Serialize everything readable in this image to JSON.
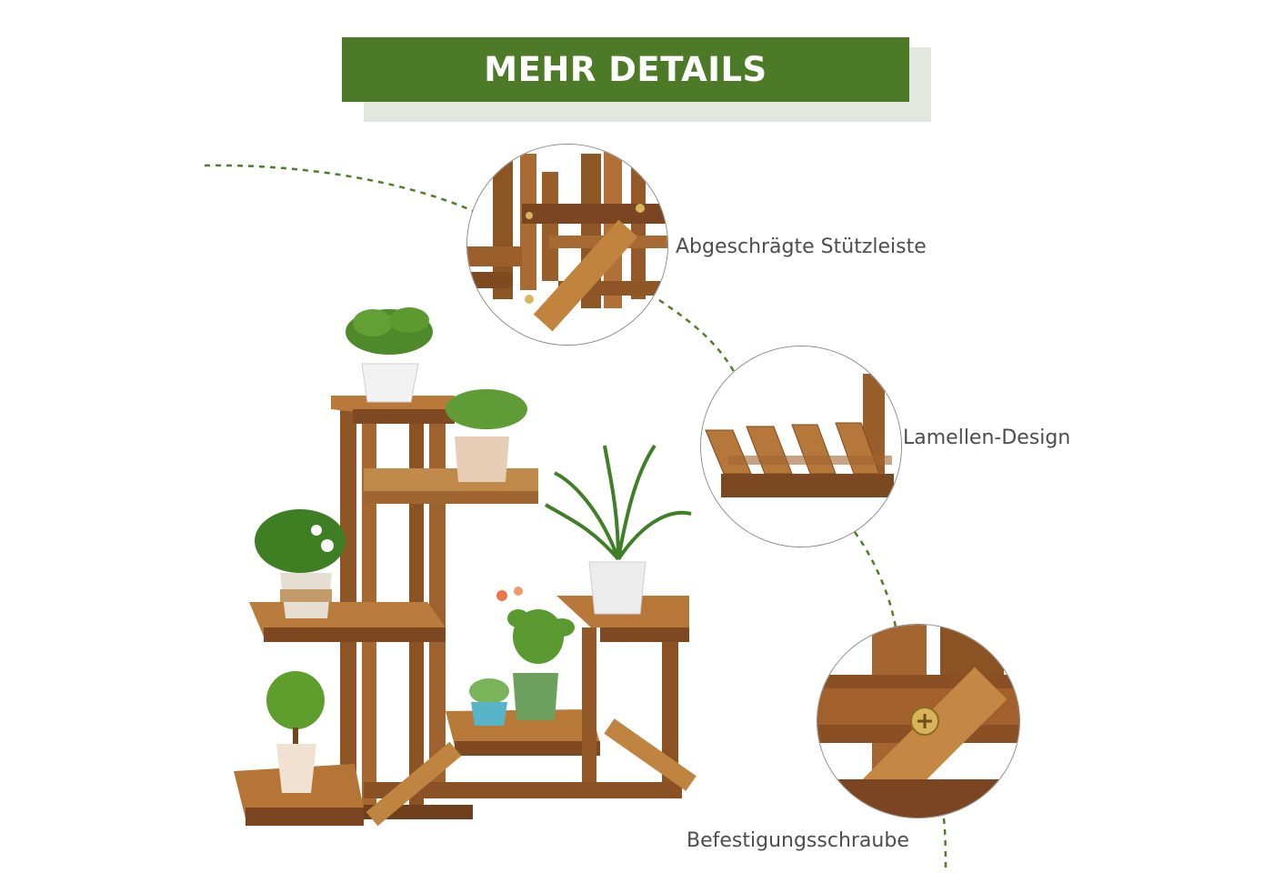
{
  "header": {
    "title": "MEHR DETAILS"
  },
  "callouts": [
    {
      "label": "Abgeschrägte Stützleiste",
      "icon": "angled-support-bar-detail"
    },
    {
      "label": "Lamellen-Design",
      "icon": "slatted-shelf-detail"
    },
    {
      "label": "Befestigungsschraube",
      "icon": "fastening-screw-detail"
    }
  ],
  "product": {
    "icon": "wooden-plant-stand-illustration"
  },
  "colors": {
    "banner": "#4c7a26",
    "banner_shadow": "#e3e8de",
    "dash": "#5b8a2c",
    "wood": "#a0642d"
  }
}
